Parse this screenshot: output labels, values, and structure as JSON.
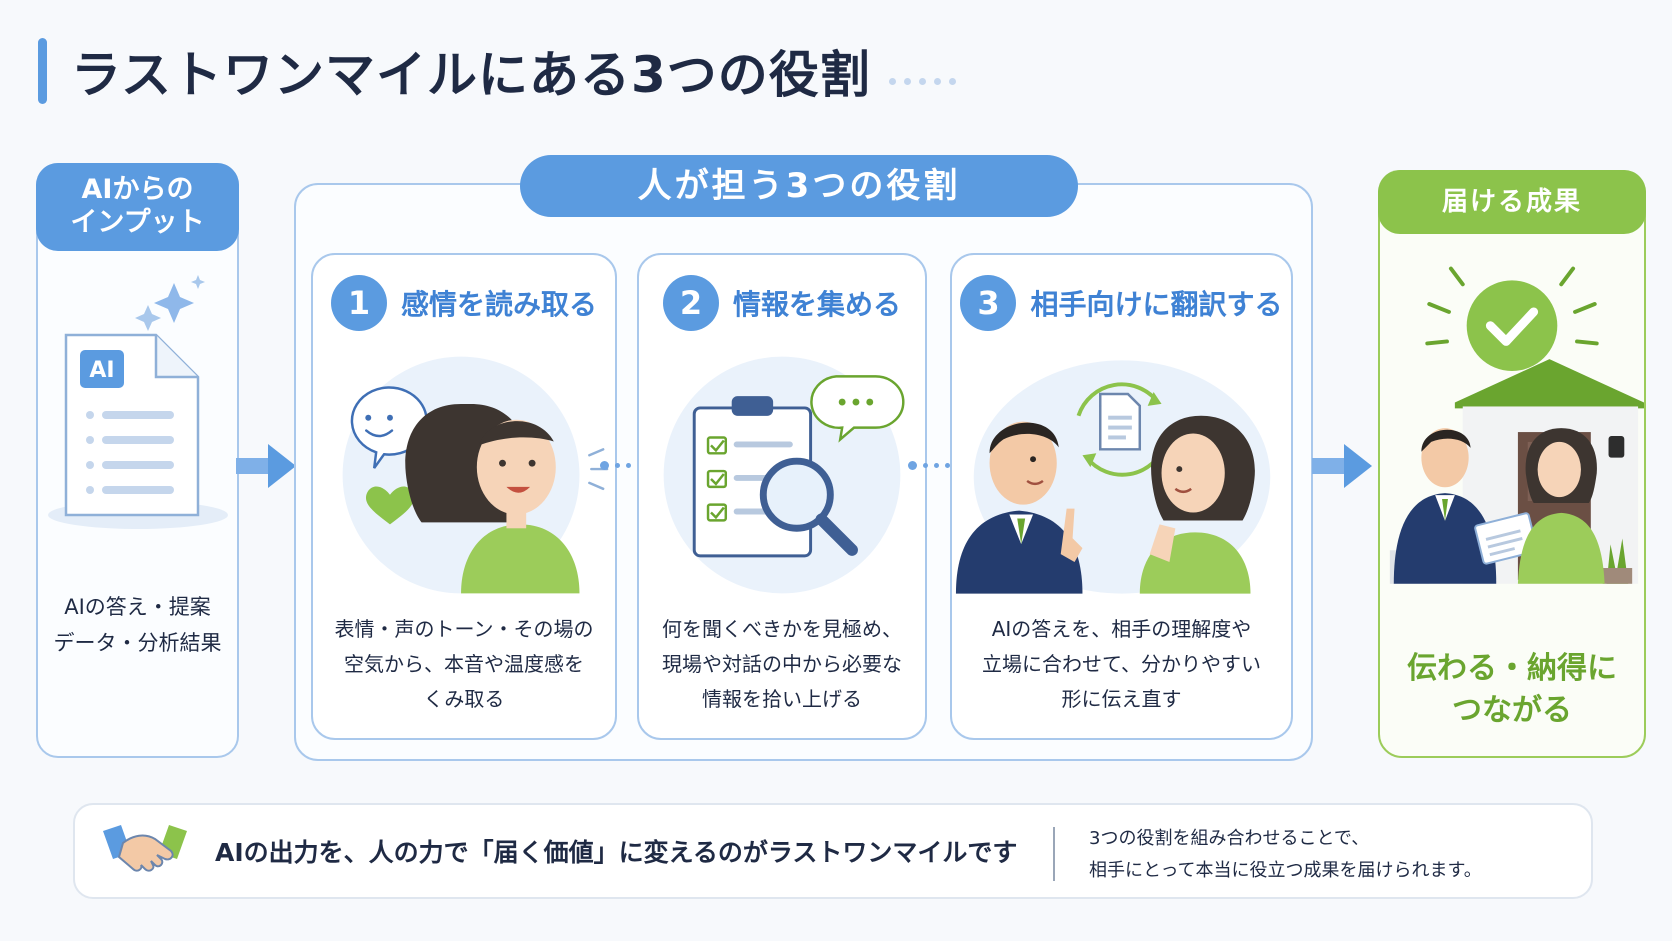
{
  "title": "ラストワンマイルにある3つの役割",
  "input_panel": {
    "heading": [
      "AIからの",
      "インプット"
    ],
    "doc_badge": "AI",
    "caption": [
      "AIの答え・提案",
      "データ・分析結果"
    ]
  },
  "middle": {
    "heading": "人が担う3つの役割",
    "cards": [
      {
        "number": "1",
        "title": "感情を読み取る",
        "text": [
          "表情・声のトーン・その場の",
          "空気から、本音や温度感を",
          "くみ取る"
        ]
      },
      {
        "number": "2",
        "title": "情報を集める",
        "text": [
          "何を聞くべきかを見極め、",
          "現場や対話の中から必要な",
          "情報を拾い上げる"
        ]
      },
      {
        "number": "3",
        "title": "相手向けに翻訳する",
        "text": [
          "AIの答えを、相手の理解度や",
          "立場に合わせて、分かりやすい",
          "形に伝え直す"
        ]
      }
    ]
  },
  "outcome": {
    "heading": "届ける成果",
    "caption": [
      "伝わる・納得に",
      "つながる"
    ]
  },
  "banner": {
    "main": "AIの出力を、人の力で「届く価値」に変えるのがラストワンマイルです",
    "sub": [
      "3つの役割を組み合わせることで、",
      "相手にとって本当に役立つ成果を届けられます。"
    ]
  },
  "colors": {
    "blue": "#5b9be0",
    "blue_text": "#3f82d4",
    "green": "#8cc34b",
    "navy": "#1f2a44"
  }
}
